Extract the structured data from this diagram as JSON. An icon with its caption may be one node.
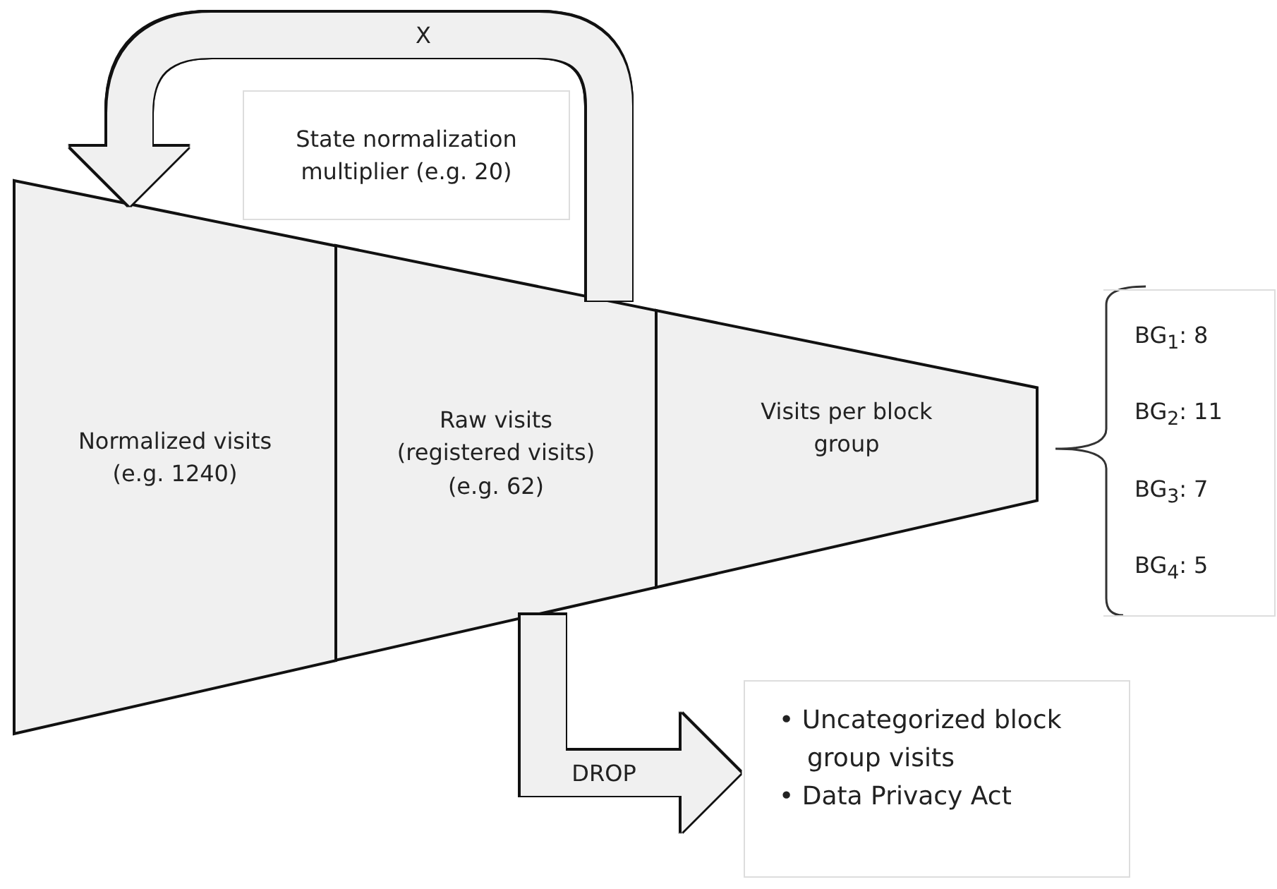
{
  "diagram": {
    "nodes": [
      {
        "text": [
          "Normalized visits (e.g. 1240)"
        ]
      },
      {
        "text": [
          "Raw visits (registered visits) (e.g. 62)"
        ]
      },
      {
        "text": [
          "Visits per block group"
        ]
      },
      {
        "text": [
          "State normalization multiplier (e.g. 20)"
        ]
      },
      {
        "text": [
          "BG$_{1}$: 8",
          "BG$_{2}$: 11",
          "BG$_{3}$: 7",
          "BG$_{4}$: 5"
        ]
      },
      {
        "text": [
          "• Uncategorized block group visits",
          "• Data Privacy Act"
        ]
      }
    ],
    "edges": [
      {
        "from": 1,
        "to": 0,
        "arrow": "to",
        "label": "X"
      },
      {
        "from": 1,
        "to": 5,
        "arrow": "to",
        "label": "DROP"
      }
    ]
  }
}
